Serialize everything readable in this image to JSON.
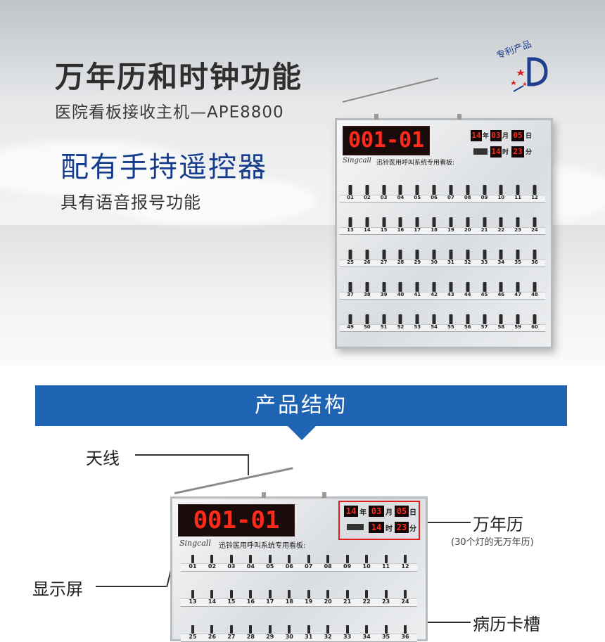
{
  "hero": {
    "title": "万年历和时钟功能",
    "subtitle": "医院看板接收主机—APE8800",
    "feature_remote": "配有手持遥控器",
    "feature_voice": "具有语音报号功能",
    "patent_text": "专利产品"
  },
  "board": {
    "display": "001-01",
    "year": "14",
    "year_unit": "年",
    "month": "03",
    "month_unit": "月",
    "day": "05",
    "day_unit": "日",
    "hour": "14",
    "hour_unit": "时",
    "minute": "23",
    "minute_unit": "分",
    "brand_cn": "迅铃",
    "brand_en": "Singcall",
    "brand_desc": "迅铃医用呼叫系统专用看板:",
    "slots": [
      [
        "01",
        "02",
        "03",
        "04",
        "05",
        "06",
        "07",
        "08",
        "09",
        "10",
        "11",
        "12"
      ],
      [
        "13",
        "14",
        "15",
        "16",
        "17",
        "18",
        "19",
        "20",
        "21",
        "22",
        "23",
        "24"
      ],
      [
        "25",
        "26",
        "27",
        "28",
        "29",
        "30",
        "31",
        "32",
        "33",
        "34",
        "35",
        "36"
      ],
      [
        "37",
        "38",
        "39",
        "40",
        "41",
        "42",
        "43",
        "44",
        "45",
        "46",
        "47",
        "48"
      ],
      [
        "49",
        "50",
        "51",
        "52",
        "53",
        "54",
        "55",
        "56",
        "57",
        "58",
        "59",
        "60"
      ]
    ]
  },
  "structure": {
    "banner": "产品结构",
    "label_antenna": "天线",
    "label_calendar": "万年历",
    "label_calendar_note": "(30个灯的无万年历)",
    "label_display": "显示屏",
    "label_slot": "病历卡槽"
  },
  "colors": {
    "led": "#ff2a1a",
    "banner": "#1f63b3",
    "remote_text": "#163c8e"
  }
}
